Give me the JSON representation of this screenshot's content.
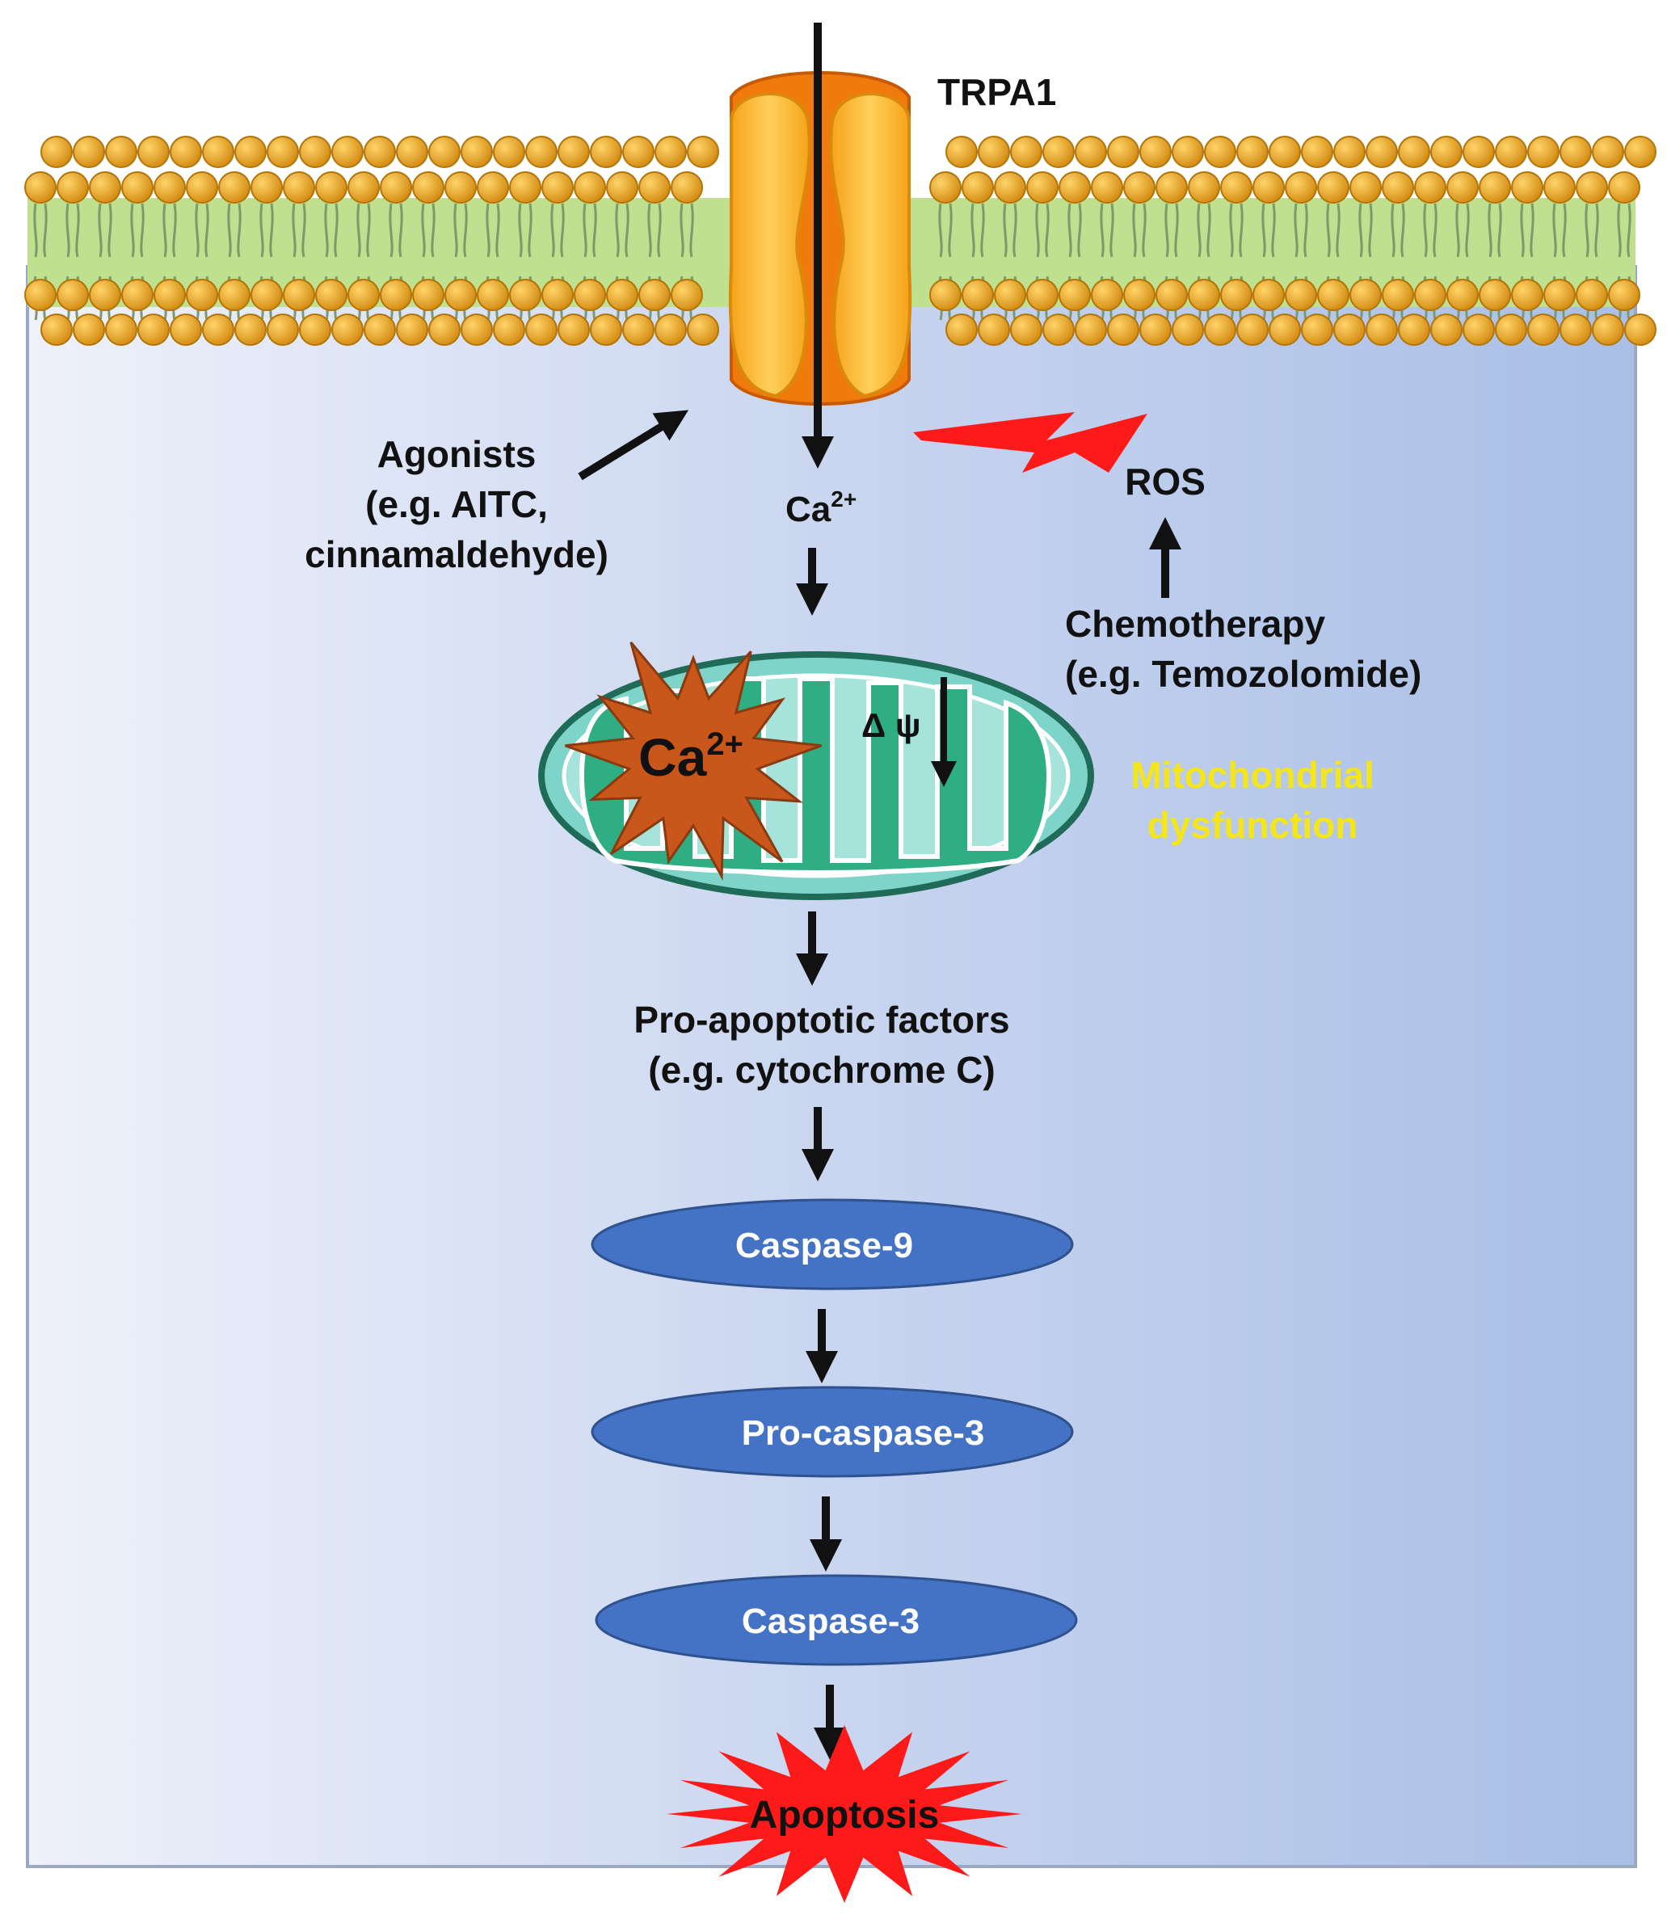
{
  "labels": {
    "channel": "TRPA1",
    "agonists_line1": "Agonists",
    "agonists_line2": "(e.g. AITC,",
    "agonists_line3": "cinnamaldehyde)",
    "calcium_base": "Ca",
    "calcium_charge": "2+",
    "ros": "ROS",
    "chemo_line1": "Chemotherapy",
    "chemo_line2": "(e.g. Temozolomide)",
    "mito_calcium_base": "Ca",
    "mito_calcium_charge": "2+",
    "delta_psi": "Δ ψ",
    "mito_dysfunction_line1": "Mitochondrial",
    "mito_dysfunction_line2": "dysfunction",
    "proapoptotic_line1": "Pro-apoptotic factors",
    "proapoptotic_line2": "(e.g. cytochrome C)",
    "caspase9": "Caspase-9",
    "procaspase3": "Pro-caspase-3",
    "caspase3": "Caspase-3",
    "apoptosis": "Apoptosis"
  },
  "colors": {
    "cell_gradient_start": "#eef1fa",
    "cell_gradient_end": "#a9bfe6",
    "membrane_head": "#e8a21a",
    "membrane_tail": "#b9dc8a",
    "channel_outer": "#f0780a",
    "channel_inner": "#f6b830",
    "mito_outer": "#7ed3c9",
    "mito_inner": "#2fae83",
    "ca_burst": "#c9561a",
    "caspase_fill": "#4472c4",
    "ros_bolt": "#ff1a1a",
    "mito_text": "#f5e617",
    "apoptosis_burst": "#ff1a1a",
    "arrow": "#111111"
  }
}
